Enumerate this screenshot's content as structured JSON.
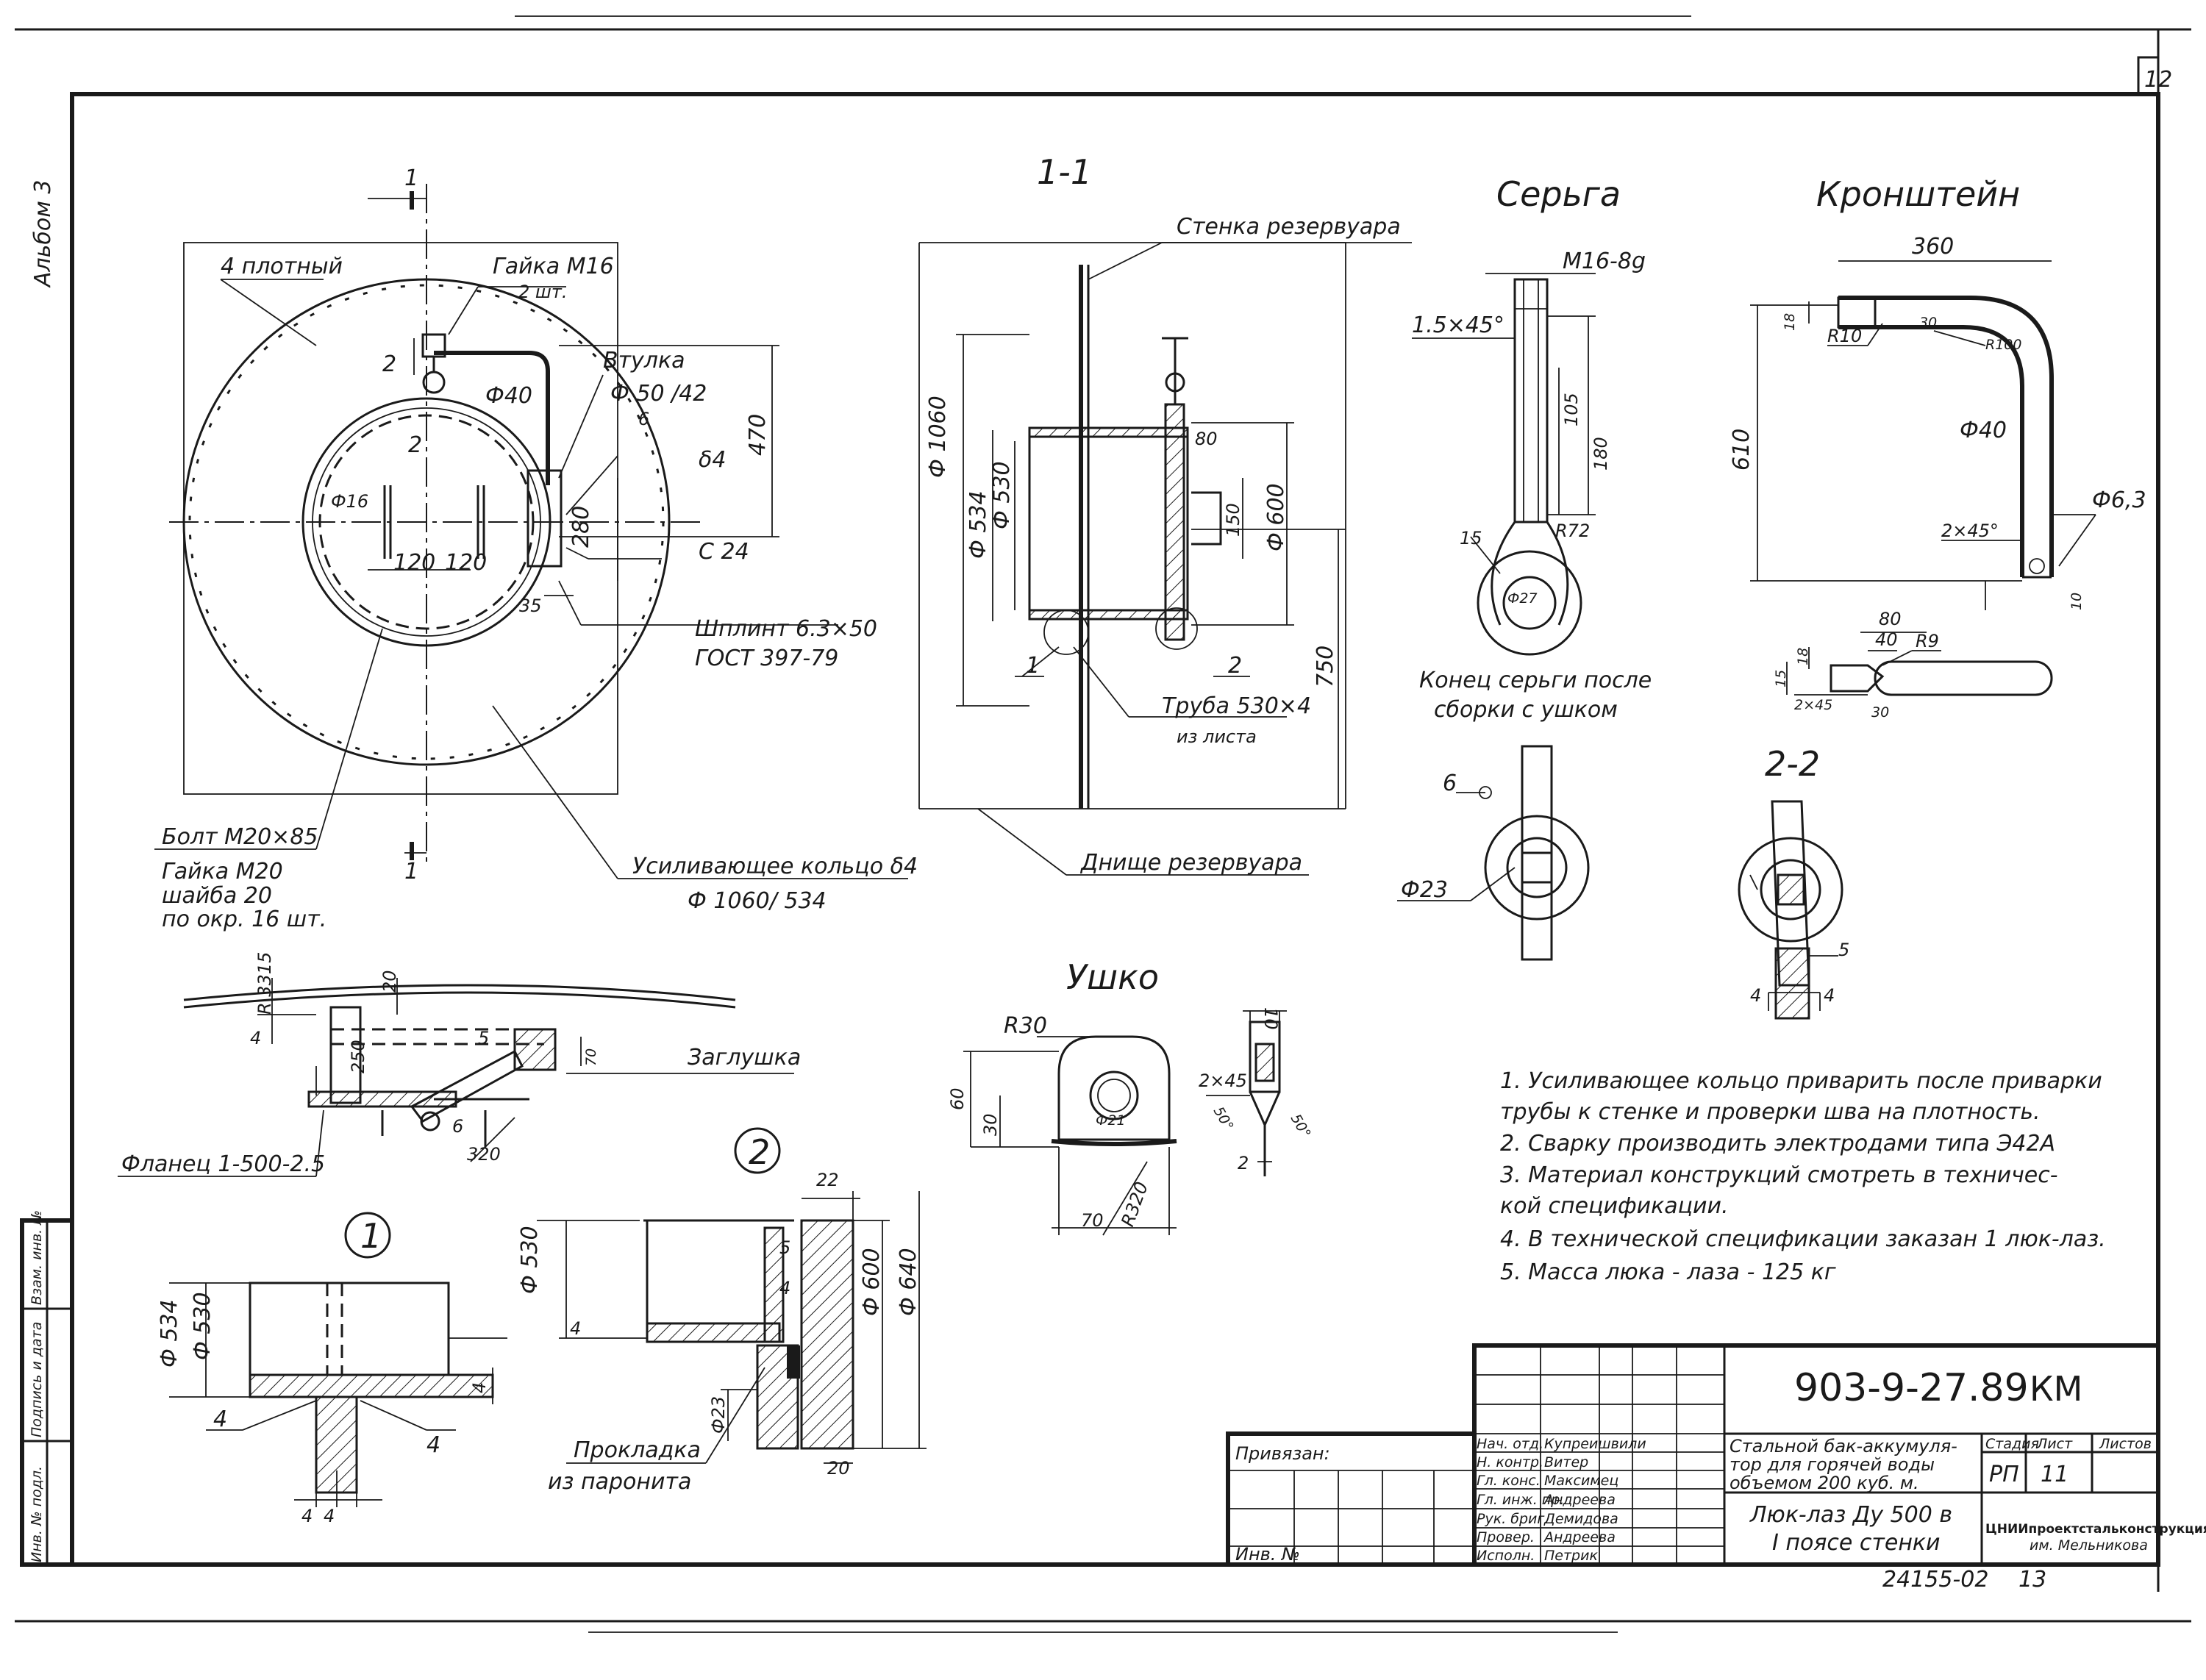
{
  "sheet": {
    "page_number": "12",
    "album_label": "Альбом 3",
    "code": "903-9-27.89",
    "code_suffix": "КМ",
    "inventory_number": "24155-02",
    "inventory_page": "13"
  },
  "main_view": {
    "section_mark": "1",
    "label_plotny": "4 плотный",
    "label_nut": "Гайка М16",
    "label_nut_qty": "2 шт.",
    "label_bushing": "Втулка",
    "label_bushing_dim": "Ф 50 /42",
    "label_d40": "Ф40",
    "label_d16": "Ф16",
    "label_6": "6",
    "label_2": "2",
    "label_d4": "δ4",
    "label_470": "470",
    "label_280": "280",
    "label_c24": "С 24",
    "label_120a": "120",
    "label_120b": "120",
    "label_35": "35",
    "label_pin": "Шплинт 6.3×50",
    "label_pin_std": "ГОСТ 397-79",
    "label_bolt": "Болт  М20×85",
    "label_nut2": "Гайка  М20",
    "label_washer": "шайба  20",
    "label_circle": "по окр. 16 шт.",
    "label_ring": "Усиливающее  кольцо δ4",
    "label_ring_dim": "Ф 1060/ 534"
  },
  "section_1_1": {
    "title": "1-1",
    "label_wall": "Стенка  резервуара",
    "label_d1060": "Ф 1060",
    "label_d534": "Ф 534",
    "label_d530": "Ф 530",
    "label_80": "80",
    "label_150": "150",
    "label_d600": "Ф 600",
    "label_750": "750",
    "label_1": "1",
    "label_2": "2",
    "label_pipe": "Труба 530×4",
    "label_pipe_src": "из листа",
    "label_bottom": "Днище   резервуара"
  },
  "serga": {
    "title": "Серьга",
    "label_m16": "М16-8g",
    "label_chamfer": "1.5×45°",
    "label_105": "105",
    "label_180": "180",
    "label_r72": "R72",
    "label_15": "15",
    "label_d27": "Ф27",
    "label_end": "Конец  серьги  после",
    "label_end2": "сборки  с  ушком",
    "label_6": "6",
    "label_d23": "Ф23"
  },
  "bracket": {
    "title": "Кронштейн",
    "label_360": "360",
    "label_18": "18",
    "label_r10": "R10",
    "label_30": "30",
    "label_r100": "R100",
    "label_610": "610",
    "label_d40": "Ф40",
    "label_d63": "Ф6,3",
    "label_chamfer": "2×45°",
    "label_10": "10",
    "label_80": "80",
    "label_40": "40",
    "label_r9": "R9",
    "label_15": "15",
    "label_18b": "18",
    "label_chamfer2": "2×45",
    "label_30b": "30"
  },
  "section_2_2": {
    "title": "2-2",
    "label_5": "5",
    "label_4a": "4",
    "label_4b": "4"
  },
  "lower_view": {
    "label_r3315": "R 3315",
    "label_20": "20",
    "label_4": "4",
    "label_250": "250",
    "label_5": "5",
    "label_70": "70",
    "label_plug": "Заглушка",
    "label_flange": "Фланец 1-500-2.5",
    "label_320": "320",
    "label_6": "6"
  },
  "ear": {
    "title": "Ушко",
    "label_r30": "R30",
    "label_60": "60",
    "label_30": "30",
    "label_d21": "Ф21",
    "label_r320": "R320",
    "label_70": "70",
    "label_10": "10",
    "label_chamfer": "2×45",
    "label_50a": "50°",
    "label_50b": "50°",
    "label_2": "2"
  },
  "detail_1": {
    "marker": "1",
    "label_d534": "Ф 534",
    "label_d530": "Ф 530",
    "label_4a": "4",
    "label_4b": "4",
    "label_4c": "4",
    "label_4d": "4",
    "label_4e": "4"
  },
  "detail_2": {
    "marker": "2",
    "label_d530": "Ф 530",
    "label_22": "22",
    "label_5": "5",
    "label_4": "4",
    "label_4b": "4",
    "label_d600": "Ф 600",
    "label_d640": "Ф 640",
    "label_d23": "Ф23",
    "label_gasket": "Прокладка",
    "label_gasket2": "из паронита",
    "label_20": "20"
  },
  "notes": [
    "1.  Усиливающее  кольцо  приварить  после  приварки",
    "     трубы  к  стенке  и  проверки  шва  на  плотность.",
    "2.  Сварку  производить  электродами  типа  Э42А",
    "3.  Материал  конструкций  смотреть  в  техничес-",
    "     кой   спецификации.",
    "4.  В  технической  спецификации  заказан  1 люк-лаз.",
    "5.  Масса  люка - лаза - 125 кг"
  ],
  "side_stamp": [
    "Инв. № подл.",
    "Подпись и дата",
    "Взам. инв. №"
  ],
  "title_block": {
    "bound_label": "Привязан:",
    "inv_label": "Инв. №",
    "staff": [
      {
        "role": "Нач. отд.",
        "name": "Купреишвили"
      },
      {
        "role": "Н. контр.",
        "name": "Витер"
      },
      {
        "role": "Гл. конс.",
        "name": "Максимец"
      },
      {
        "role": "Гл. инж. пр.",
        "name": "Андреева"
      },
      {
        "role": "Рук. бриг.",
        "name": "Демидова"
      },
      {
        "role": "Провер.",
        "name": "Андреева"
      },
      {
        "role": "Исполн.",
        "name": "Петрик"
      }
    ],
    "project_desc": [
      "Стальной бак-аккумуля-",
      "тор для горячей воды",
      "объемом 200 куб. м."
    ],
    "stage_header": "Стадия",
    "sheet_header": "Лист",
    "sheets_header": "Листов",
    "stage_value": "РП",
    "sheet_value": "11",
    "drawing_name": [
      "Люк-лаз  Ду 500 в",
      "I поясе  стенки"
    ],
    "org_name": "ЦНИИпроектстальконструкция",
    "org_sub": "им. Мельникова"
  }
}
